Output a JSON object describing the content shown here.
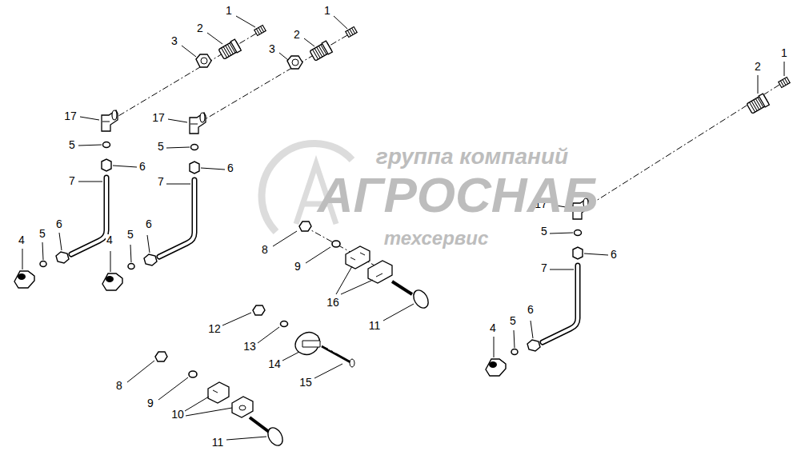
{
  "diagram": {
    "labels": [
      "1",
      "2",
      "3",
      "17",
      "5",
      "6",
      "7",
      "6",
      "5",
      "4",
      "1",
      "2",
      "3",
      "17",
      "5",
      "6",
      "7",
      "6",
      "5",
      "4",
      "2",
      "1",
      "17",
      "5",
      "6",
      "7",
      "6",
      "5",
      "4",
      "8",
      "9",
      "16",
      "11",
      "12",
      "13",
      "14",
      "15",
      "8",
      "9",
      "10",
      "11",
      "группа компаний",
      "АГРОСНАБ",
      "техсервис"
    ]
  }
}
